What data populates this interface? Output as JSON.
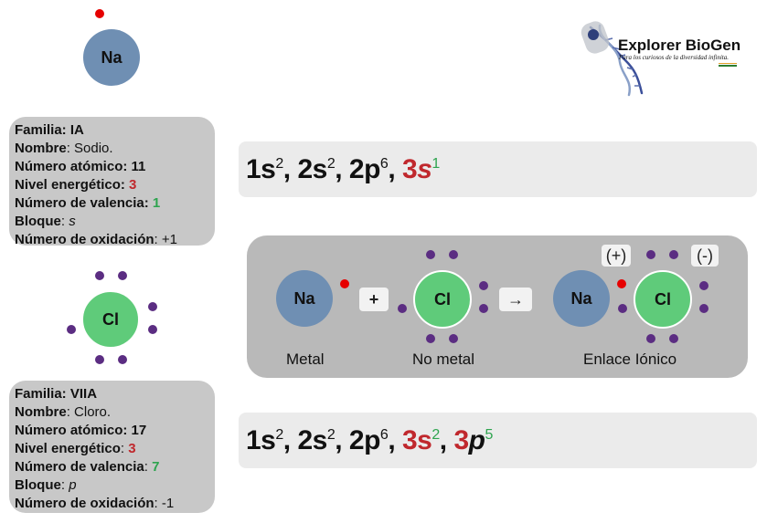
{
  "colors": {
    "sodium": "#6f8fb3",
    "chlorine": "#5fcb7a",
    "electron": "#5b2d82",
    "valence_electron": "#e60000",
    "highlight_red": "#c0282d",
    "highlight_green": "#2ea44f",
    "info_box": "#c8c8c8",
    "panel": "#b9b9b9"
  },
  "logo": {
    "title": "Explorer BioGen",
    "subtitle": "Para los curiosos de la diversidad infinita.",
    "icon": "dna-helix-icon"
  },
  "na_atom": {
    "symbol": "Na",
    "valence_electrons": 1
  },
  "cl_atom": {
    "symbol": "Cl",
    "valence_electrons": 7
  },
  "sodium_info": {
    "familia_label": "Familia:",
    "familia_value": "IA",
    "nombre_label": "Nombre",
    "nombre_value": ": Sodio.",
    "numero_label": "Número atómico",
    "numero_value": ": 11",
    "nivel_label": "Nivel energético:",
    "nivel_value": "3",
    "valencia_label": "Número de valencia:",
    "valencia_value": "1",
    "bloque_label": "Bloque",
    "bloque_sep": ":",
    "bloque_value": "s",
    "oxidacion_label": "Número de oxidación",
    "oxidacion_value": ": +1"
  },
  "chlorine_info": {
    "familia_label": "Familia:",
    "familia_value": "VIIA",
    "nombre_label": "Nombre",
    "nombre_value": ": Cloro.",
    "numero_label": "Número atómico",
    "numero_value": ": 17",
    "nivel_label": "Nivel energético",
    "nivel_sep": ":",
    "nivel_value": "3",
    "valencia_label": "Número de valencia",
    "valencia_sep": ":",
    "valencia_value": "7",
    "bloque_label": "Bloque",
    "bloque_sep": ":",
    "bloque_value": "p",
    "oxidacion_label": "Número de oxidación",
    "oxidacion_value": ": -1"
  },
  "na_config": {
    "t1": "1s",
    "e1": "2",
    "t2": ", 2s",
    "e2": "2",
    "t3": ", 2p",
    "e3": "6",
    "sep": ", ",
    "t4a": "3",
    "t4b": "s",
    "e4": "1"
  },
  "cl_config": {
    "t1": "1s",
    "e1": "2",
    "t2": ", 2s",
    "e2": "2",
    "t3": ", 2p",
    "e3": "6",
    "sep": ", ",
    "t4": "3s",
    "e4": "2",
    "sep2": ", ",
    "t5a": "3",
    "t5b": "p",
    "e5": "5"
  },
  "reaction": {
    "na_symbol": "Na",
    "cl_symbol": "Cl",
    "plus": "+",
    "arrow": "→",
    "product_na": "Na",
    "product_cl": "Cl",
    "charge_positive": "(+)",
    "charge_negative": "(-)",
    "label_metal": "Metal",
    "label_nonmetal": "No metal",
    "label_ionic": "Enlace Iónico"
  }
}
